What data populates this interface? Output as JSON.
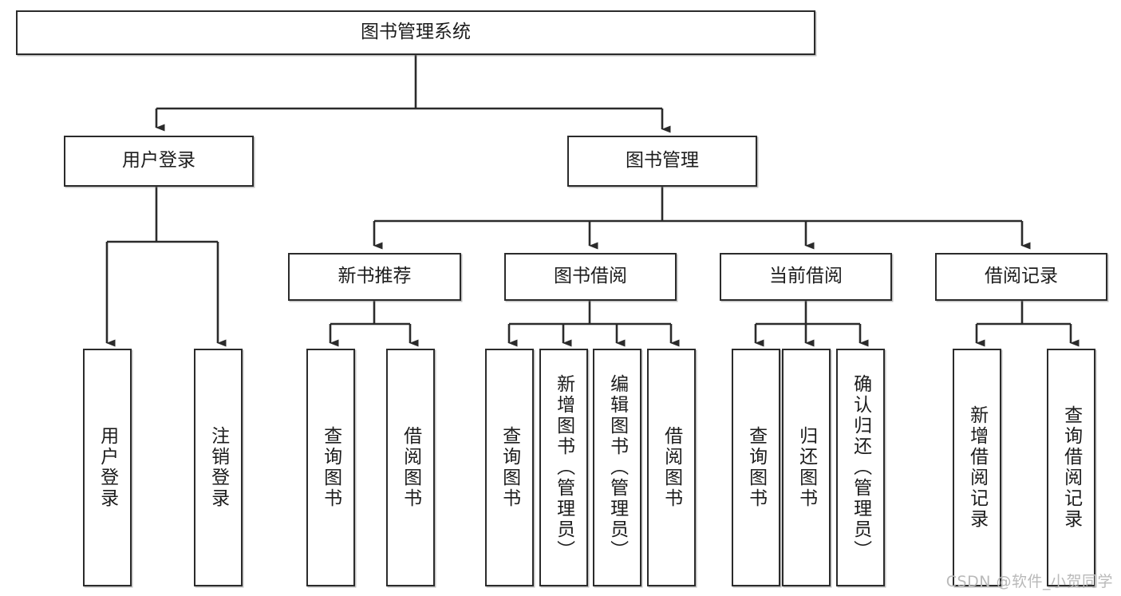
{
  "diagram": {
    "type": "tree",
    "title": "图书管理系统",
    "orientation": "top-down",
    "nodes": {
      "root": {
        "label": "图书管理系统"
      },
      "user_login": {
        "label": "用户登录"
      },
      "book_manage": {
        "label": "图书管理"
      },
      "new_book_rec": {
        "label": "新书推荐"
      },
      "book_borrow": {
        "label": "图书借阅"
      },
      "current_borrow": {
        "label": "当前借阅"
      },
      "borrow_record": {
        "label": "借阅记录"
      },
      "leaf_user_login": {
        "label": "用户登录"
      },
      "leaf_logout": {
        "label": "注销登录"
      },
      "leaf_rec_query": {
        "label": "查询图书"
      },
      "leaf_rec_borrow": {
        "label": "借阅图书"
      },
      "leaf_bb_query": {
        "label": "查询图书"
      },
      "leaf_bb_add": {
        "label": "新增图书（管理员）"
      },
      "leaf_bb_edit": {
        "label": "编辑图书（管理员）"
      },
      "leaf_bb_borrow": {
        "label": "借阅图书"
      },
      "leaf_cb_query": {
        "label": "查询图书"
      },
      "leaf_cb_return": {
        "label": "归还图书"
      },
      "leaf_cb_confirm": {
        "label": "确认归还（管理员）"
      },
      "leaf_br_add": {
        "label": "新增借阅记录"
      },
      "leaf_br_query": {
        "label": "查询借阅记录"
      }
    },
    "edges": [
      {
        "from": "root",
        "to": "user_login"
      },
      {
        "from": "root",
        "to": "book_manage"
      },
      {
        "from": "user_login",
        "to": "leaf_user_login"
      },
      {
        "from": "user_login",
        "to": "leaf_logout"
      },
      {
        "from": "book_manage",
        "to": "new_book_rec"
      },
      {
        "from": "book_manage",
        "to": "book_borrow"
      },
      {
        "from": "book_manage",
        "to": "current_borrow"
      },
      {
        "from": "book_manage",
        "to": "borrow_record"
      },
      {
        "from": "new_book_rec",
        "to": "leaf_rec_query"
      },
      {
        "from": "new_book_rec",
        "to": "leaf_rec_borrow"
      },
      {
        "from": "book_borrow",
        "to": "leaf_bb_query"
      },
      {
        "from": "book_borrow",
        "to": "leaf_bb_add"
      },
      {
        "from": "book_borrow",
        "to": "leaf_bb_edit"
      },
      {
        "from": "book_borrow",
        "to": "leaf_bb_borrow"
      },
      {
        "from": "current_borrow",
        "to": "leaf_cb_query"
      },
      {
        "from": "current_borrow",
        "to": "leaf_cb_return"
      },
      {
        "from": "current_borrow",
        "to": "leaf_cb_confirm"
      },
      {
        "from": "borrow_record",
        "to": "leaf_br_add"
      },
      {
        "from": "borrow_record",
        "to": "leaf_br_query"
      }
    ],
    "colors": {
      "stroke": "#2b2b2b",
      "fill": "#ffffff",
      "text": "#1c1c1c",
      "watermark": "#b9b9b9"
    }
  },
  "watermark": {
    "text": "CSDN @软件_小贺同学"
  }
}
